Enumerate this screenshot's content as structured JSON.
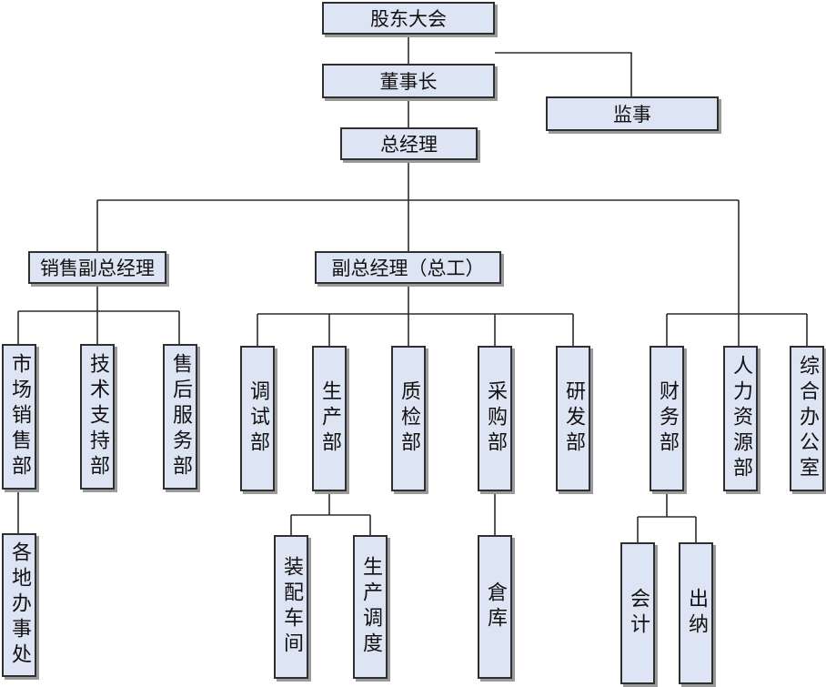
{
  "org_chart": {
    "shareholders_meeting": "股东大会",
    "chairman": "董事长",
    "supervisor": "监事",
    "general_manager": "总经理",
    "sales_vp": "销售副总经理",
    "deputy_gm": "副总经理（总工）",
    "sales_departments": {
      "marketing_sales": "市场销售部",
      "tech_support": "技术支持部",
      "after_sales": "售后服务部",
      "local_offices": "各地办事处"
    },
    "engineering_departments": {
      "debugging": "调试部",
      "production": "生产部",
      "quality": "质检部",
      "purchasing": "采购部",
      "rnd": "研发部",
      "assembly_workshop": "装配车间",
      "production_scheduling": "生产调度",
      "warehouse": "倉库"
    },
    "admin_departments": {
      "finance": "财务部",
      "hr": "人力资源部",
      "general_office": "综合办公室",
      "accounting": "会计",
      "cashier": "出纳"
    }
  }
}
